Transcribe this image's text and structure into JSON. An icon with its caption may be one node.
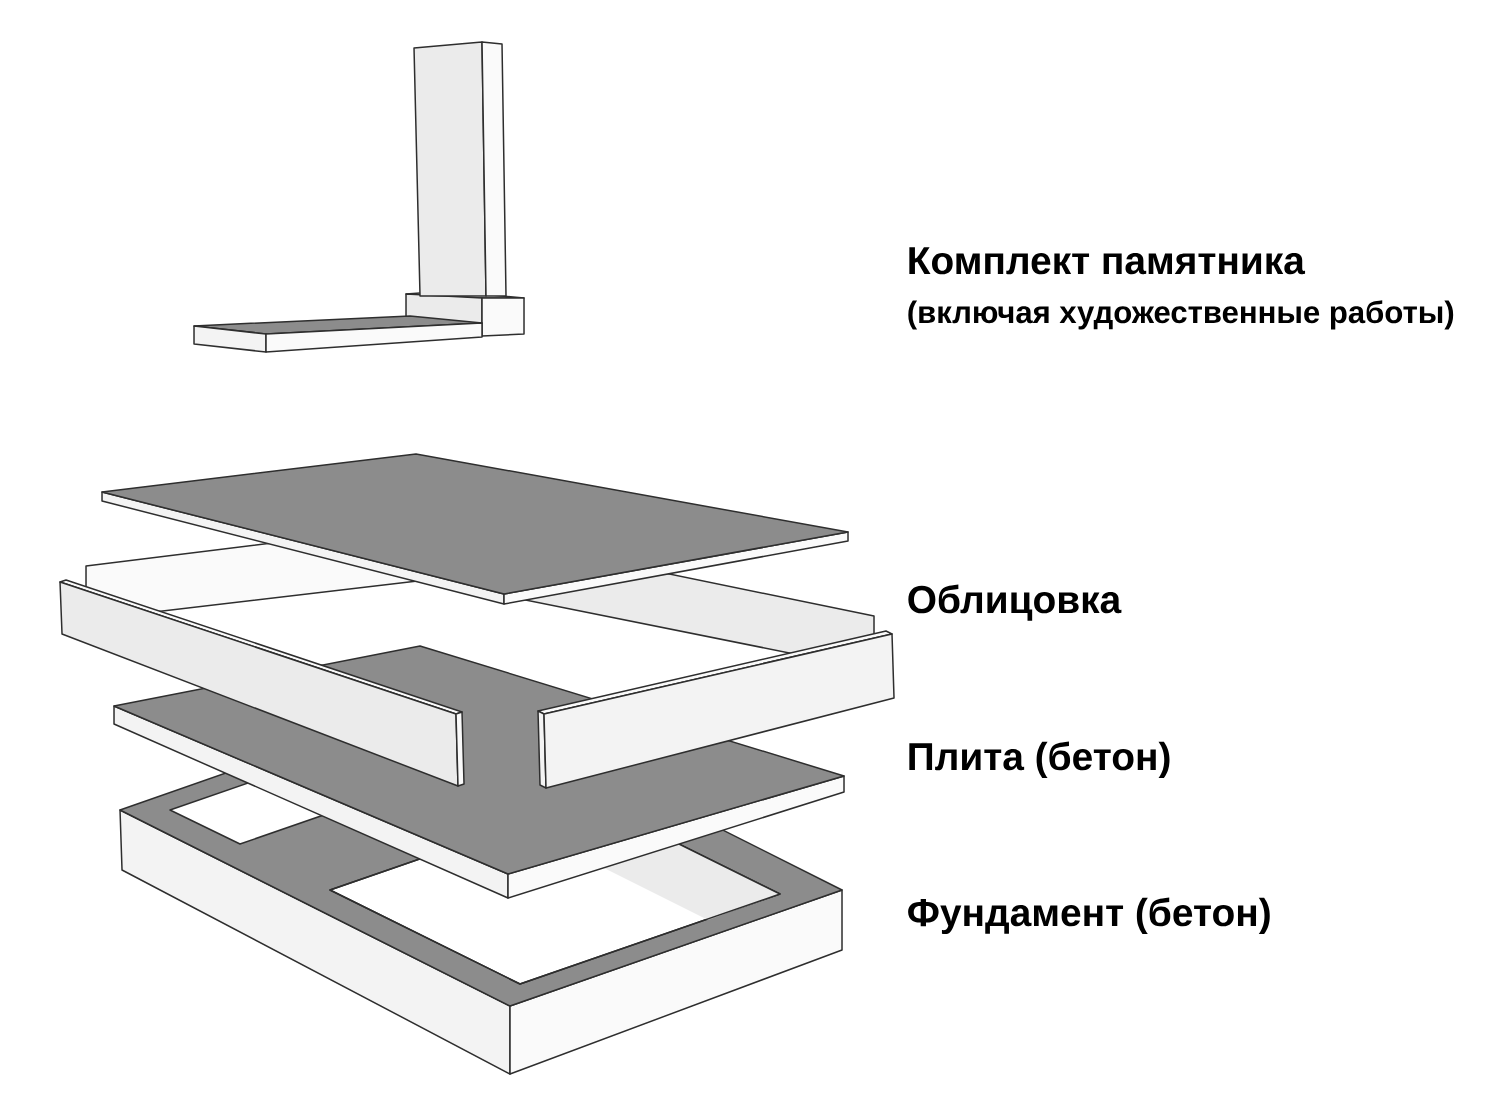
{
  "diagram": {
    "labels": [
      "Комплект памятника",
      "(включая художественные работы)",
      "Облицовка",
      "Плита (бетон)",
      "Фундамент (бетон)"
    ]
  }
}
